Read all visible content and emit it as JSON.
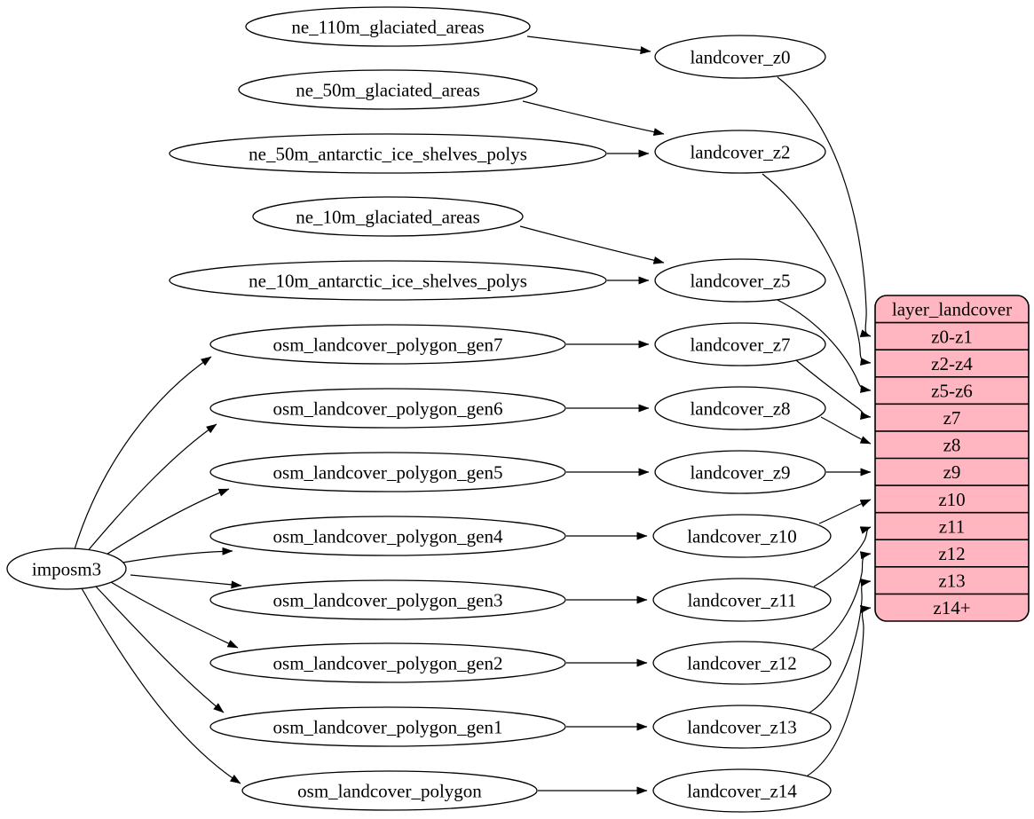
{
  "graph": {
    "root": {
      "label": "imposm3"
    },
    "sources": [
      "ne_110m_glaciated_areas",
      "ne_50m_glaciated_areas",
      "ne_50m_antarctic_ice_shelves_polys",
      "ne_10m_glaciated_areas",
      "ne_10m_antarctic_ice_shelves_polys",
      "osm_landcover_polygon_gen7",
      "osm_landcover_polygon_gen6",
      "osm_landcover_polygon_gen5",
      "osm_landcover_polygon_gen4",
      "osm_landcover_polygon_gen3",
      "osm_landcover_polygon_gen2",
      "osm_landcover_polygon_gen1",
      "osm_landcover_polygon"
    ],
    "intermediates": [
      "landcover_z0",
      "landcover_z2",
      "landcover_z5",
      "landcover_z7",
      "landcover_z8",
      "landcover_z9",
      "landcover_z10",
      "landcover_z11",
      "landcover_z12",
      "landcover_z13",
      "landcover_z14"
    ],
    "layer_table": {
      "title": "layer_landcover",
      "rows": [
        "z0-z1",
        "z2-z4",
        "z5-z6",
        "z7",
        "z8",
        "z9",
        "z10",
        "z11",
        "z12",
        "z13",
        "z14+"
      ]
    },
    "colors": {
      "table_fill": "#ffb6c1",
      "node_fill": "#ffffff",
      "stroke": "#000000",
      "text": "#000000"
    },
    "edges": [
      {
        "from": "imposm3",
        "to": "osm_landcover_polygon_gen7"
      },
      {
        "from": "imposm3",
        "to": "osm_landcover_polygon_gen6"
      },
      {
        "from": "imposm3",
        "to": "osm_landcover_polygon_gen5"
      },
      {
        "from": "imposm3",
        "to": "osm_landcover_polygon_gen4"
      },
      {
        "from": "imposm3",
        "to": "osm_landcover_polygon_gen3"
      },
      {
        "from": "imposm3",
        "to": "osm_landcover_polygon_gen2"
      },
      {
        "from": "imposm3",
        "to": "osm_landcover_polygon_gen1"
      },
      {
        "from": "imposm3",
        "to": "osm_landcover_polygon"
      },
      {
        "from": "ne_110m_glaciated_areas",
        "to": "landcover_z0"
      },
      {
        "from": "ne_50m_glaciated_areas",
        "to": "landcover_z2"
      },
      {
        "from": "ne_50m_antarctic_ice_shelves_polys",
        "to": "landcover_z2"
      },
      {
        "from": "ne_10m_glaciated_areas",
        "to": "landcover_z5"
      },
      {
        "from": "ne_10m_antarctic_ice_shelves_polys",
        "to": "landcover_z5"
      },
      {
        "from": "osm_landcover_polygon_gen7",
        "to": "landcover_z7"
      },
      {
        "from": "osm_landcover_polygon_gen6",
        "to": "landcover_z8"
      },
      {
        "from": "osm_landcover_polygon_gen5",
        "to": "landcover_z9"
      },
      {
        "from": "osm_landcover_polygon_gen4",
        "to": "landcover_z10"
      },
      {
        "from": "osm_landcover_polygon_gen3",
        "to": "landcover_z11"
      },
      {
        "from": "osm_landcover_polygon_gen2",
        "to": "landcover_z12"
      },
      {
        "from": "osm_landcover_polygon_gen1",
        "to": "landcover_z13"
      },
      {
        "from": "osm_landcover_polygon",
        "to": "landcover_z14"
      },
      {
        "from": "landcover_z0",
        "to": "layer_landcover:z0-z1"
      },
      {
        "from": "landcover_z2",
        "to": "layer_landcover:z2-z4"
      },
      {
        "from": "landcover_z5",
        "to": "layer_landcover:z5-z6"
      },
      {
        "from": "landcover_z7",
        "to": "layer_landcover:z7"
      },
      {
        "from": "landcover_z8",
        "to": "layer_landcover:z8"
      },
      {
        "from": "landcover_z9",
        "to": "layer_landcover:z9"
      },
      {
        "from": "landcover_z10",
        "to": "layer_landcover:z10"
      },
      {
        "from": "landcover_z11",
        "to": "layer_landcover:z11"
      },
      {
        "from": "landcover_z12",
        "to": "layer_landcover:z12"
      },
      {
        "from": "landcover_z13",
        "to": "layer_landcover:z13"
      },
      {
        "from": "landcover_z14",
        "to": "layer_landcover:z14+"
      }
    ]
  }
}
